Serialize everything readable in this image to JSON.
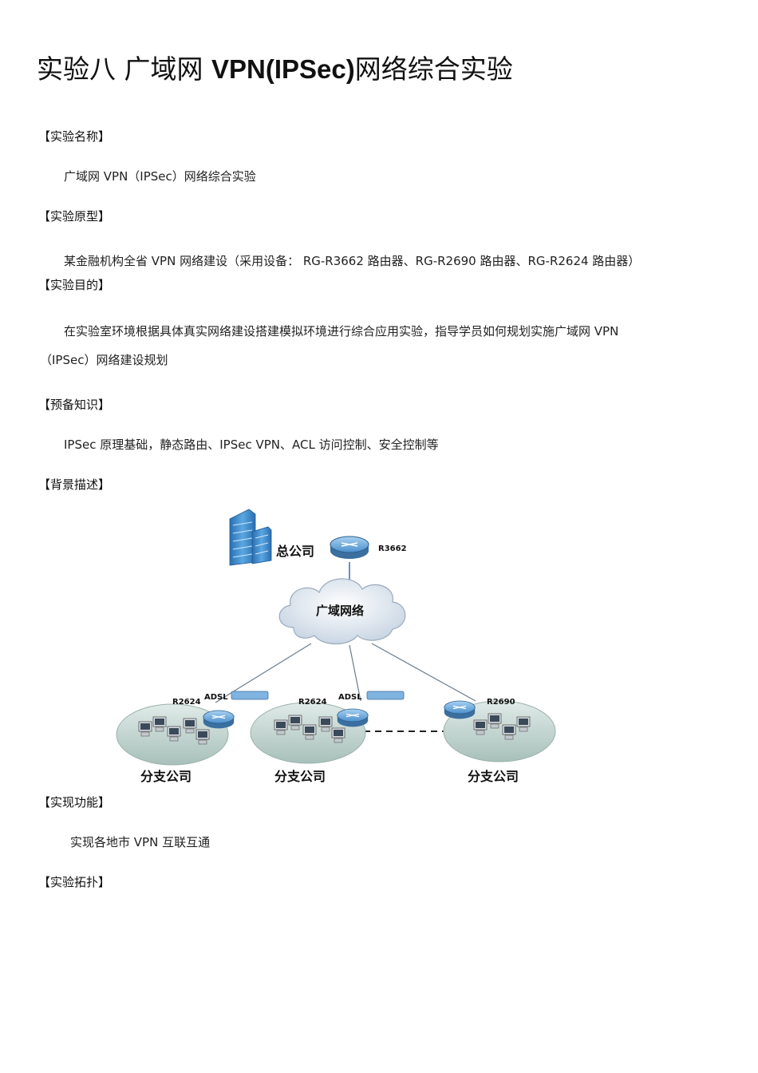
{
  "title": {
    "prefix": "实验八  广域网 ",
    "latin": "VPN(IPSec)",
    "suffix": "网络综合实验"
  },
  "sections": {
    "name": {
      "heading": "【实验名称】",
      "text": "广域网 VPN（IPSec）网络综合实验"
    },
    "prototype": {
      "heading": "【实验原型】",
      "text": "某金融机构全省 VPN 网络建设（采用设备：  RG-R3662 路由器、RG-R2690 路由器、RG-R2624 路由器）"
    },
    "purpose": {
      "heading": "【实验目的】",
      "line1": "在实验室环境根据具体真实网络建设搭建模拟环境进行综合应用实验，指导学员如何规划实施广域网  VPN",
      "line2": "（IPSec）网络建设规划"
    },
    "knowledge": {
      "heading": "【预备知识】",
      "text": "IPSec 原理基础，静态路由、IPSec VPN、ACL 访问控制、安全控制等"
    },
    "background": {
      "heading": "【背景描述】"
    },
    "function": {
      "heading": "【实现功能】",
      "text": "实现各地市 VPN 互联互通"
    },
    "topology": {
      "heading": "【实验拓扑】"
    }
  },
  "diagram": {
    "hq_label": "总公司",
    "hq_router": "R3662",
    "cloud_label": "广域网络",
    "branches": [
      {
        "label": "分支公司",
        "router": "R2624",
        "modem": "ADSL"
      },
      {
        "label": "分支公司",
        "router": "R2624",
        "modem": "ADSL"
      },
      {
        "label": "分支公司",
        "router": "R2690"
      }
    ],
    "colors": {
      "building": "#3d8fd0",
      "router": "#5b9fd6",
      "cloud": "#dde6f0",
      "lan": "#c9d9d5",
      "link": "#6a7b8c"
    }
  }
}
